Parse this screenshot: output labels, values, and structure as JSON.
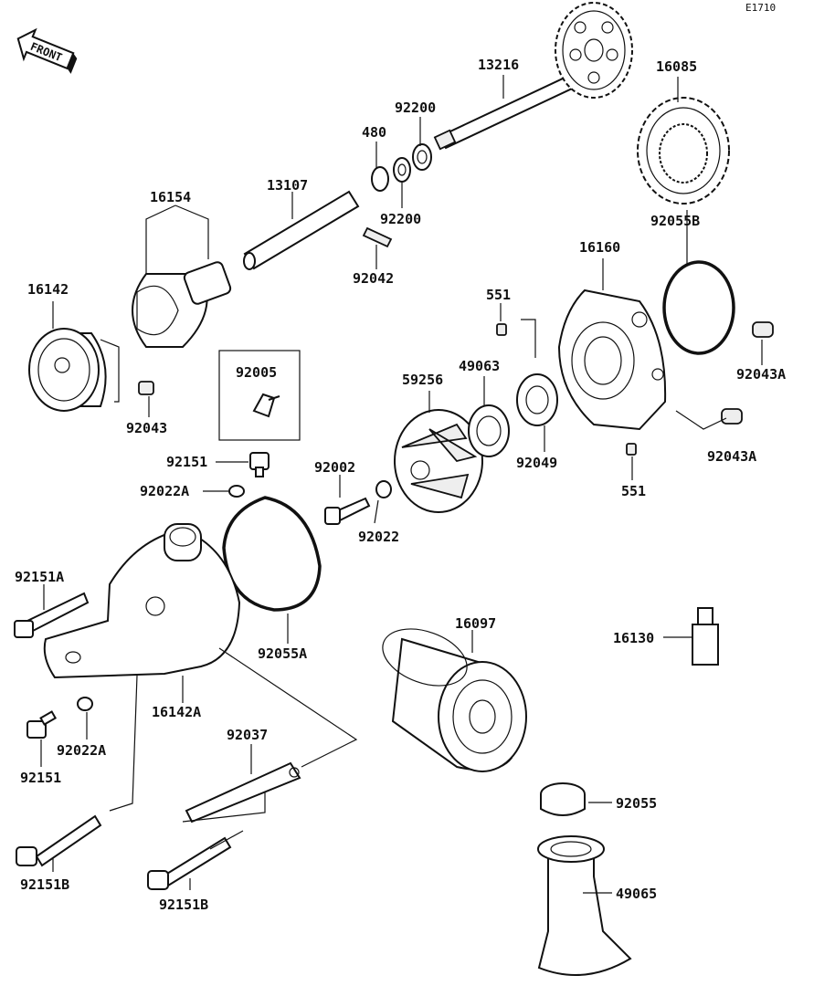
{
  "diagram_code": "E1710",
  "front_indicator": "FRONT",
  "parts": [
    {
      "id": "13216",
      "label": "13216"
    },
    {
      "id": "16085",
      "label": "16085"
    },
    {
      "id": "92200a",
      "label": "92200"
    },
    {
      "id": "480",
      "label": "480"
    },
    {
      "id": "92200b",
      "label": "92200"
    },
    {
      "id": "16154",
      "label": "16154"
    },
    {
      "id": "13107",
      "label": "13107"
    },
    {
      "id": "92042",
      "label": "92042"
    },
    {
      "id": "92055B",
      "label": "92055B"
    },
    {
      "id": "16160",
      "label": "16160"
    },
    {
      "id": "16142",
      "label": "16142"
    },
    {
      "id": "551a",
      "label": "551"
    },
    {
      "id": "92005",
      "label": "92005"
    },
    {
      "id": "49063",
      "label": "49063"
    },
    {
      "id": "59256",
      "label": "59256"
    },
    {
      "id": "92043A_a",
      "label": "92043A"
    },
    {
      "id": "92043",
      "label": "92043"
    },
    {
      "id": "92049",
      "label": "92049"
    },
    {
      "id": "92043A_b",
      "label": "92043A"
    },
    {
      "id": "92151",
      "label": "92151"
    },
    {
      "id": "92002",
      "label": "92002"
    },
    {
      "id": "92022A_a",
      "label": "92022A"
    },
    {
      "id": "551b",
      "label": "551"
    },
    {
      "id": "92022",
      "label": "92022"
    },
    {
      "id": "92151A",
      "label": "92151A"
    },
    {
      "id": "16097",
      "label": "16097"
    },
    {
      "id": "16130",
      "label": "16130"
    },
    {
      "id": "92055A",
      "label": "92055A"
    },
    {
      "id": "16142A",
      "label": "16142A"
    },
    {
      "id": "92037",
      "label": "92037"
    },
    {
      "id": "92022A_b",
      "label": "92022A"
    },
    {
      "id": "92151_b",
      "label": "92151"
    },
    {
      "id": "92055",
      "label": "92055"
    },
    {
      "id": "49065",
      "label": "49065"
    },
    {
      "id": "92151B_a",
      "label": "92151B"
    },
    {
      "id": "92151B_b",
      "label": "92151B"
    }
  ]
}
